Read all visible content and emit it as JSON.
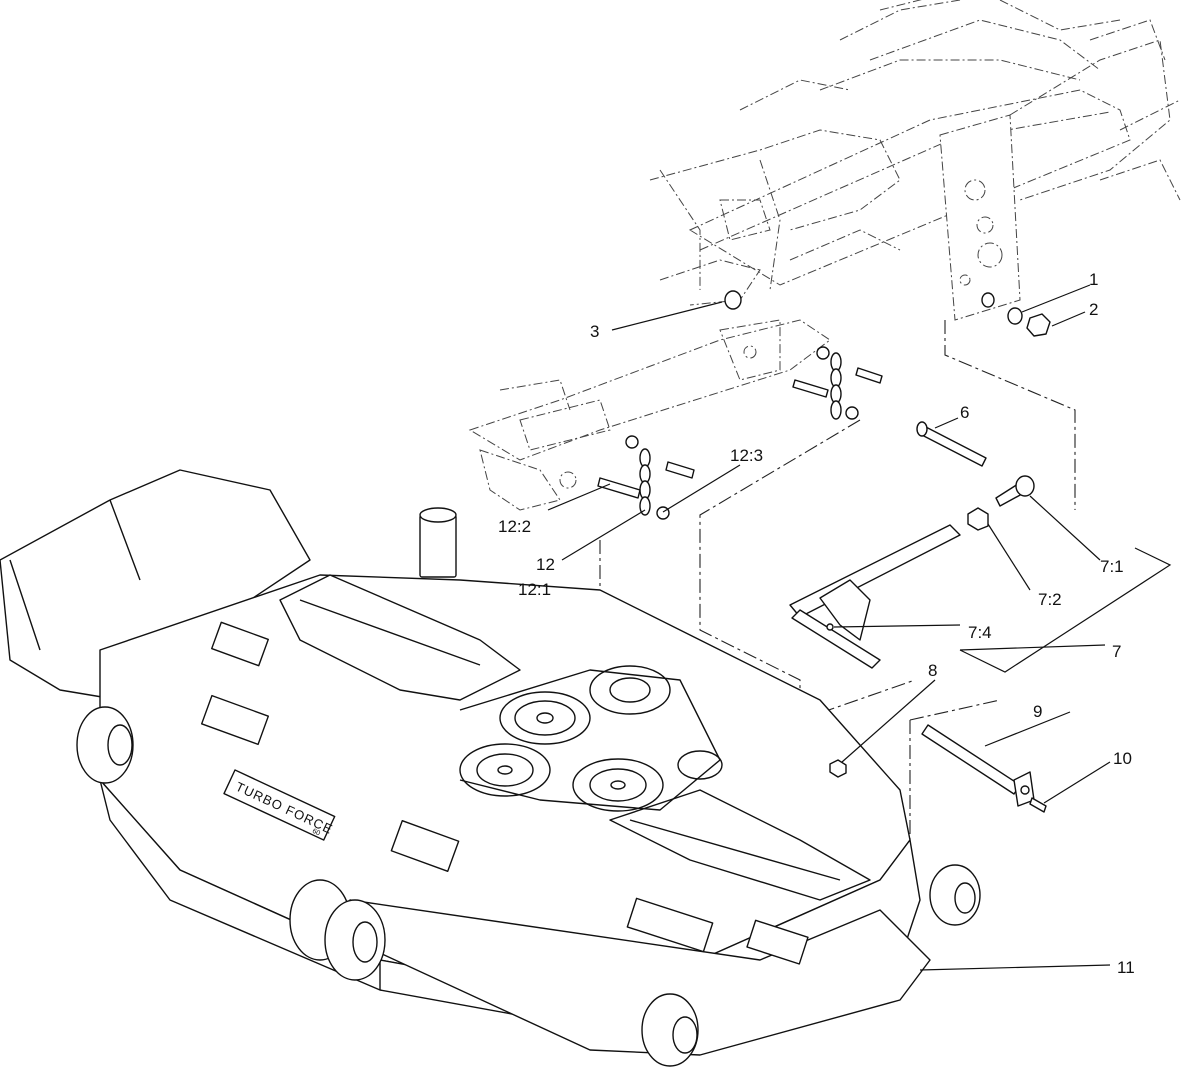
{
  "deck_decal": {
    "brand": "TURBO FORCE",
    "size": "60"
  },
  "callouts": [
    {
      "id": "c1",
      "label": "1"
    },
    {
      "id": "c2",
      "label": "2"
    },
    {
      "id": "c3",
      "label": "3"
    },
    {
      "id": "c6",
      "label": "6"
    },
    {
      "id": "c7-1",
      "label": "7:1"
    },
    {
      "id": "c7-2",
      "label": "7:2"
    },
    {
      "id": "c7-4",
      "label": "7:4"
    },
    {
      "id": "c7",
      "label": "7"
    },
    {
      "id": "c8",
      "label": "8"
    },
    {
      "id": "c9",
      "label": "9"
    },
    {
      "id": "c10",
      "label": "10"
    },
    {
      "id": "c11",
      "label": "11"
    },
    {
      "id": "c12",
      "label": "12"
    },
    {
      "id": "c12-1",
      "label": "12:1"
    },
    {
      "id": "c12-2",
      "label": "12:2"
    },
    {
      "id": "c12-3",
      "label": "12:3"
    }
  ]
}
